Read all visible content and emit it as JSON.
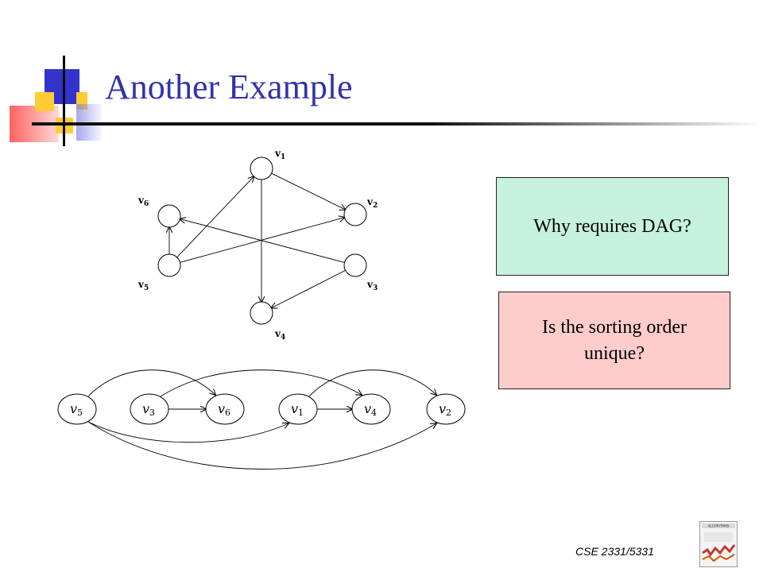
{
  "slide": {
    "title": "Another Example",
    "footer": "CSE 2331/5331",
    "logo_icon": "algorithms-book-cover-icon",
    "logo_text": "ALGORITHMS"
  },
  "questions": {
    "dag": "Why requires DAG?",
    "unique": "Is the sorting order unique?"
  },
  "graph": {
    "nodes": [
      {
        "id": "v1",
        "base": "v",
        "sub": "1"
      },
      {
        "id": "v2",
        "base": "v",
        "sub": "2"
      },
      {
        "id": "v3",
        "base": "v",
        "sub": "3"
      },
      {
        "id": "v4",
        "base": "v",
        "sub": "4"
      },
      {
        "id": "v5",
        "base": "v",
        "sub": "5"
      },
      {
        "id": "v6",
        "base": "v",
        "sub": "6"
      }
    ],
    "edges": [
      [
        "v1",
        "v2"
      ],
      [
        "v1",
        "v4"
      ],
      [
        "v3",
        "v4"
      ],
      [
        "v3",
        "v6"
      ],
      [
        "v5",
        "v1"
      ],
      [
        "v5",
        "v2"
      ],
      [
        "v5",
        "v6"
      ]
    ]
  },
  "topological_order": [
    "v5",
    "v3",
    "v6",
    "v1",
    "v4",
    "v2"
  ],
  "colors": {
    "title": "#3333aa",
    "dag_box": "#c6f1dd",
    "unique_box": "#ffcccc"
  }
}
